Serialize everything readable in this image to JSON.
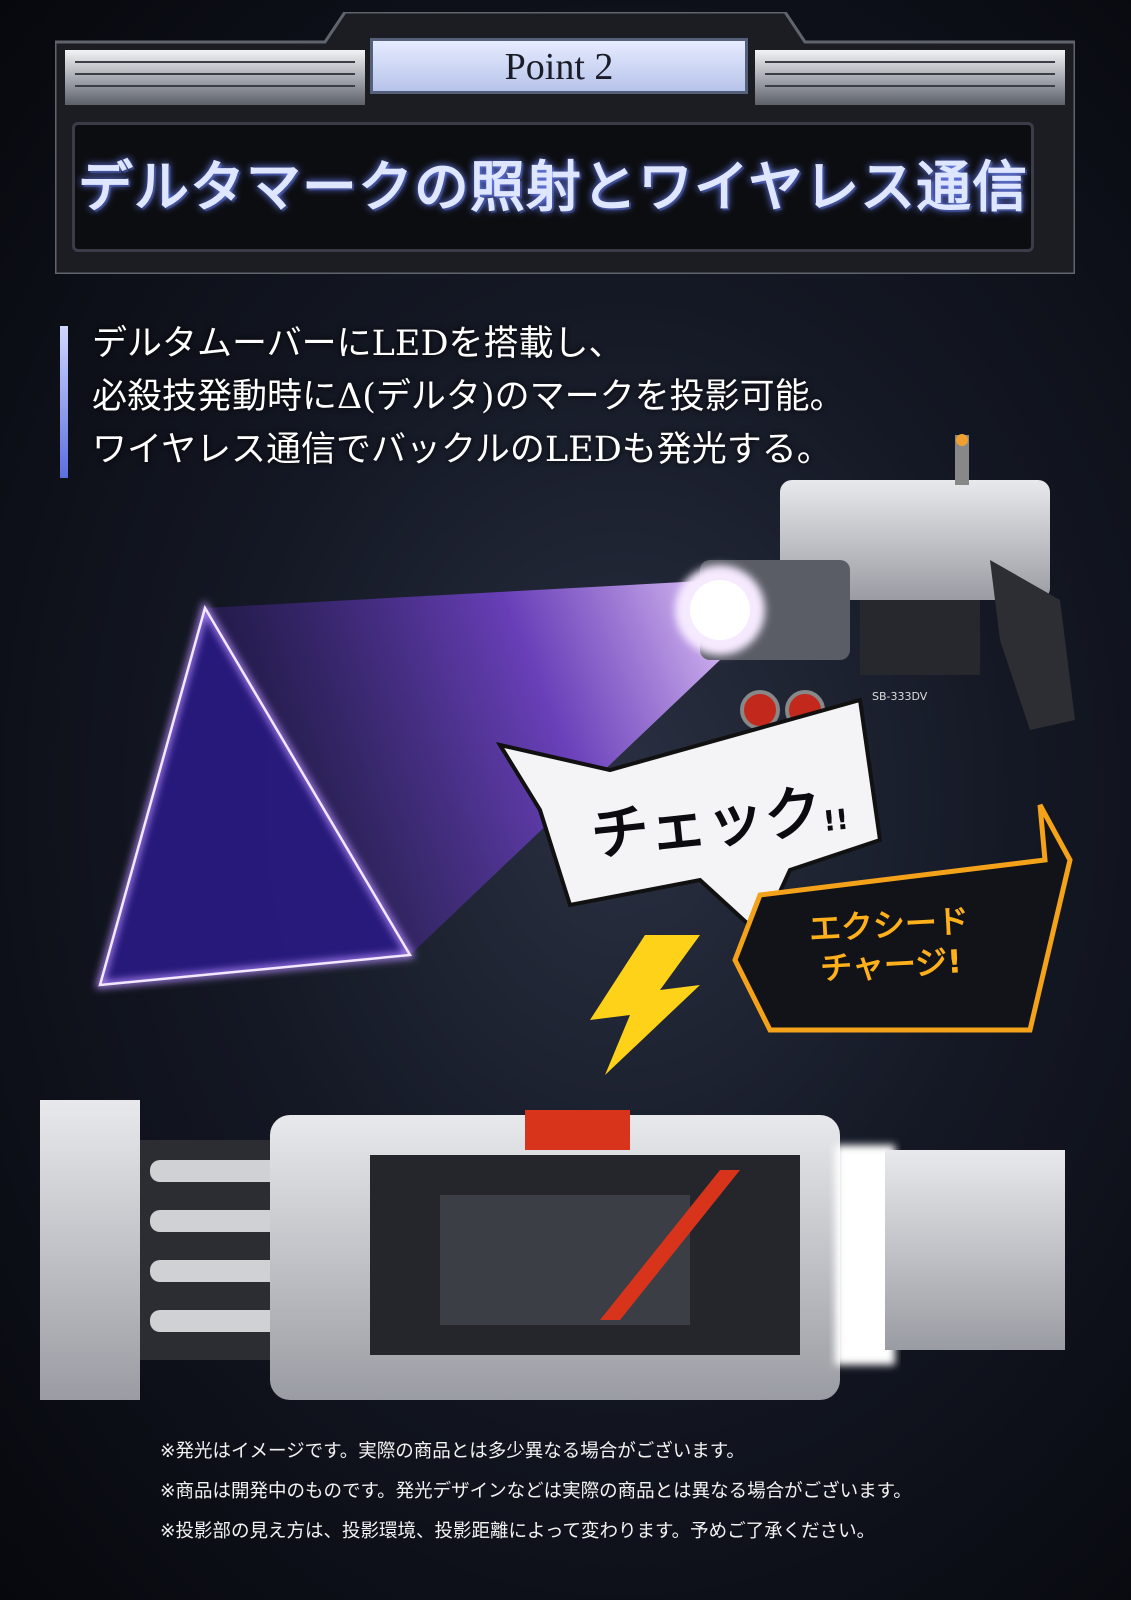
{
  "header": {
    "point_label": "Point 2",
    "title": "デルタマークの照射とワイヤレス通信"
  },
  "description": {
    "lines": [
      "デルタムーバーにLEDを搭載し、",
      "必殺技発動時にΔ(デルタ)のマークを投影可能。",
      "ワイヤレス通信でバックルのLEDも発光する。"
    ]
  },
  "callouts": {
    "check": "チェック",
    "check_marks": "!!",
    "exceed_line1": "エクシード",
    "exceed_line2": "チャージ!"
  },
  "product": {
    "gun_model_label": "SB-333DV"
  },
  "notes": [
    "※発光はイメージです。実際の商品とは多少異なる場合がございます。",
    "※商品は開発中のものです。発光デザインなどは実際の商品とは異なる場合がございます。",
    "※投影部の見え方は、投影環境、投影距離によって変わります。予めご了承ください。"
  ],
  "colors": {
    "triangle_glow": "#7b4dff",
    "accent_bar": "#8da0ff",
    "exceed_text": "#ffb01a",
    "belt_red": "#d8341c"
  }
}
